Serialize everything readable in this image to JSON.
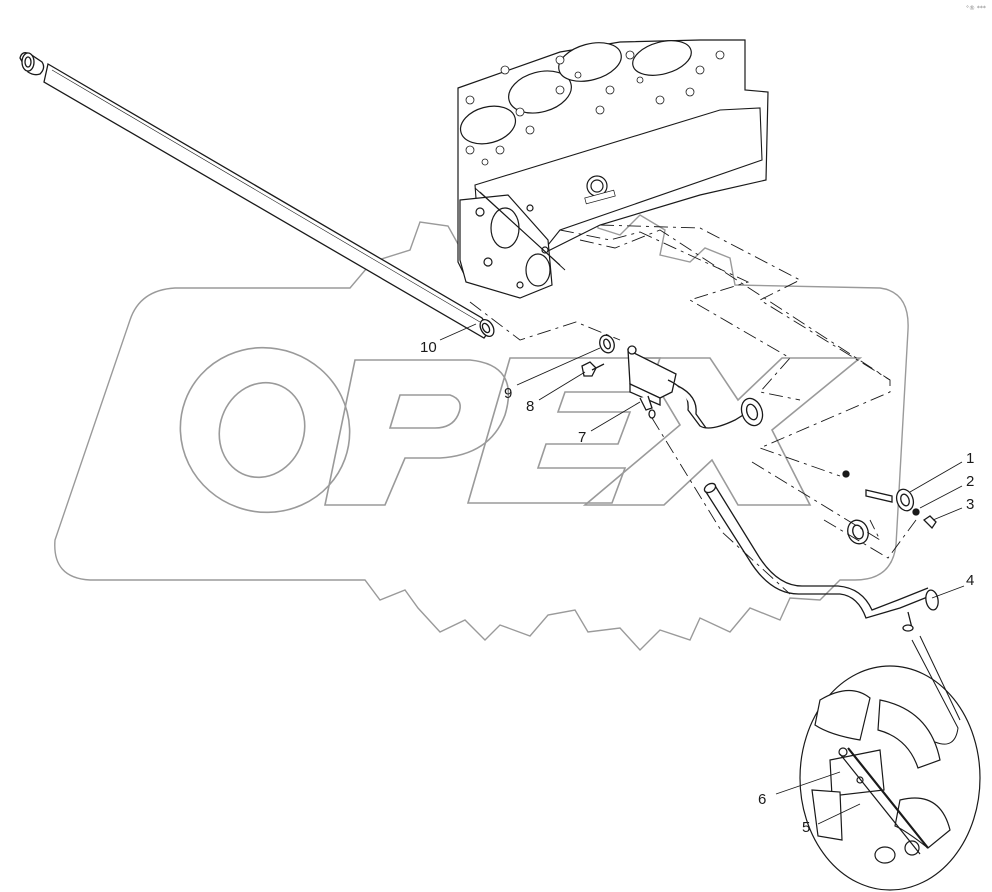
{
  "watermark": {
    "text": "OPEX"
  },
  "corner_mark": "°® ***",
  "callouts": [
    {
      "id": "label-1",
      "text": "1"
    },
    {
      "id": "label-2",
      "text": "2"
    },
    {
      "id": "label-3",
      "text": "3"
    },
    {
      "id": "label-4",
      "text": "4"
    },
    {
      "id": "label-5",
      "text": "5"
    },
    {
      "id": "label-6",
      "text": "6"
    },
    {
      "id": "label-7",
      "text": "7"
    },
    {
      "id": "label-8",
      "text": "8"
    },
    {
      "id": "label-9",
      "text": "9"
    },
    {
      "id": "label-10",
      "text": "10"
    }
  ],
  "colors": {
    "line": "#1a1a1a",
    "watermark_stroke": "#9a9a9a",
    "background": "#ffffff"
  }
}
